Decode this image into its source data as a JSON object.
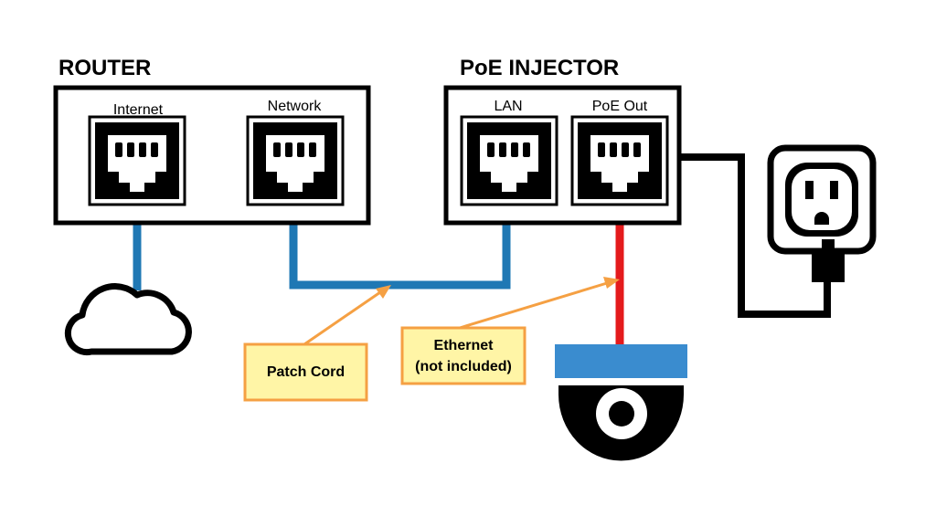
{
  "router": {
    "title": "ROUTER",
    "ports": [
      {
        "label": "Internet"
      },
      {
        "label": "Network"
      }
    ]
  },
  "injector": {
    "title": "PoE INJECTOR",
    "ports": [
      {
        "label": "LAN"
      },
      {
        "label": "PoE Out"
      }
    ]
  },
  "callouts": {
    "patch_cord": "Patch Cord",
    "ethernet_line1": "Ethernet",
    "ethernet_line2": "(not included)"
  },
  "colors": {
    "cable_blue": "#1f78b4",
    "cable_red": "#e41a1c",
    "cable_black": "#000000",
    "callout_fill": "#fff5a6",
    "callout_border": "#f5a043",
    "camera_band": "#3a8ccf"
  },
  "icons": {
    "internet": "cloud-icon",
    "power": "power-outlet-icon",
    "device": "dome-camera-icon",
    "port": "ethernet-port-icon"
  }
}
